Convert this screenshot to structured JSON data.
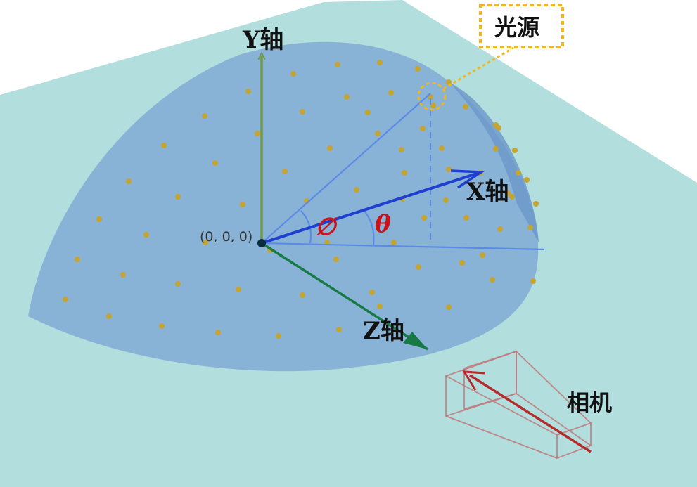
{
  "labels": {
    "y_axis": "Y轴",
    "x_axis": "X轴",
    "z_axis": "Z轴",
    "origin": "(0, 0, 0)",
    "light_source": "光源",
    "camera": "相机",
    "phi": "∅",
    "theta": "θ"
  },
  "colors": {
    "ground": "#b2dedd",
    "hemisphere": "#7ea6d3",
    "hemisphere_edge": "#6c97c9",
    "y_axis": "#6f9a4a",
    "x_axis": "#1f3fd1",
    "z_axis": "#177a45",
    "construction_lines": "#5b8be6",
    "angle_labels": "#c8141a",
    "light_dots": "#c5a430",
    "light_highlight": "#f2b71c",
    "camera_frame": "#c0787c",
    "camera_arrow": "#b52a2a"
  },
  "light_dot_count": 72
}
